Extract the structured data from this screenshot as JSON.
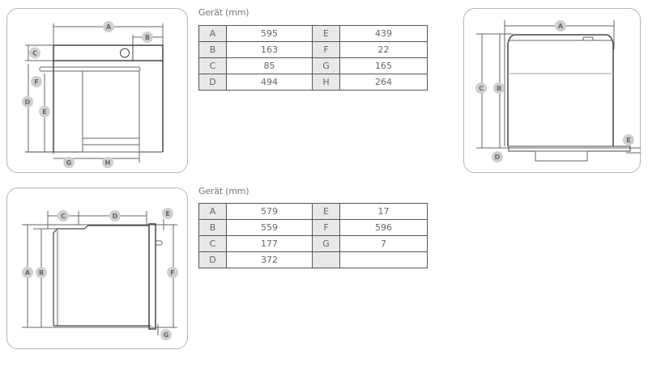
{
  "panels": {
    "front_view": {
      "labels": [
        "A",
        "B",
        "C",
        "D",
        "E",
        "F",
        "G",
        "H"
      ]
    },
    "side_view_right": {
      "labels": [
        "A",
        "B",
        "C",
        "D",
        "E"
      ]
    },
    "side_view": {
      "labels": [
        "A",
        "B",
        "C",
        "D",
        "E",
        "F",
        "G"
      ]
    }
  },
  "table1": {
    "title": "Gerät (mm)",
    "rows": [
      {
        "k1": "A",
        "v1": "595",
        "k2": "E",
        "v2": "439"
      },
      {
        "k1": "B",
        "v1": "163",
        "k2": "F",
        "v2": "22"
      },
      {
        "k1": "C",
        "v1": "85",
        "k2": "G",
        "v2": "165"
      },
      {
        "k1": "D",
        "v1": "494",
        "k2": "H",
        "v2": "264"
      }
    ]
  },
  "table2": {
    "title": "Gerät (mm)",
    "rows": [
      {
        "k1": "A",
        "v1": "579",
        "k2": "E",
        "v2": "17"
      },
      {
        "k1": "B",
        "v1": "559",
        "k2": "F",
        "v2": "596"
      },
      {
        "k1": "C",
        "v1": "177",
        "k2": "G",
        "v2": "7"
      },
      {
        "k1": "D",
        "v1": "372",
        "k2": "",
        "v2": ""
      }
    ]
  }
}
